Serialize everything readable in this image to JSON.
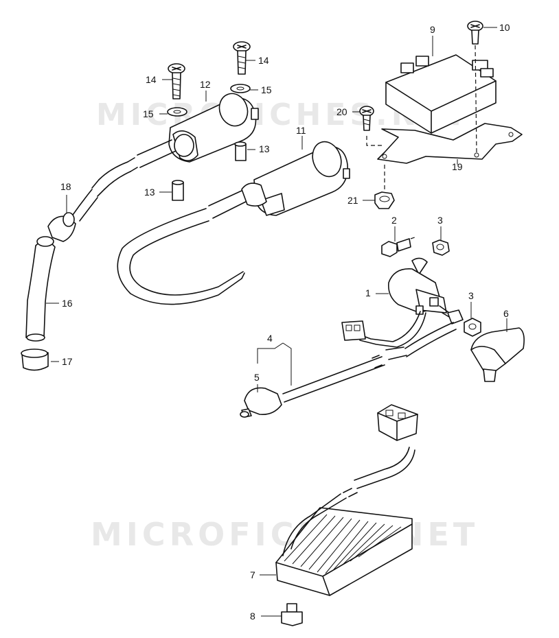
{
  "watermarks": [
    {
      "text": "MICROFICHES.NET"
    },
    {
      "text": "MICROFICHES.NET"
    }
  ],
  "callouts": [
    {
      "id": "1",
      "text": "1"
    },
    {
      "id": "2",
      "text": "2"
    },
    {
      "id": "3a",
      "text": "3"
    },
    {
      "id": "3b",
      "text": "3"
    },
    {
      "id": "4",
      "text": "4"
    },
    {
      "id": "5",
      "text": "5"
    },
    {
      "id": "6",
      "text": "6"
    },
    {
      "id": "7",
      "text": "7"
    },
    {
      "id": "8",
      "text": "8"
    },
    {
      "id": "9",
      "text": "9"
    },
    {
      "id": "10",
      "text": "10"
    },
    {
      "id": "11",
      "text": "11"
    },
    {
      "id": "12",
      "text": "12"
    },
    {
      "id": "13a",
      "text": "13"
    },
    {
      "id": "13b",
      "text": "13"
    },
    {
      "id": "14a",
      "text": "14"
    },
    {
      "id": "14b",
      "text": "14"
    },
    {
      "id": "15a",
      "text": "15"
    },
    {
      "id": "15b",
      "text": "15"
    },
    {
      "id": "16",
      "text": "16"
    },
    {
      "id": "17",
      "text": "17"
    },
    {
      "id": "18",
      "text": "18"
    },
    {
      "id": "19",
      "text": "19"
    },
    {
      "id": "20",
      "text": "20"
    },
    {
      "id": "21",
      "text": "21"
    }
  ]
}
